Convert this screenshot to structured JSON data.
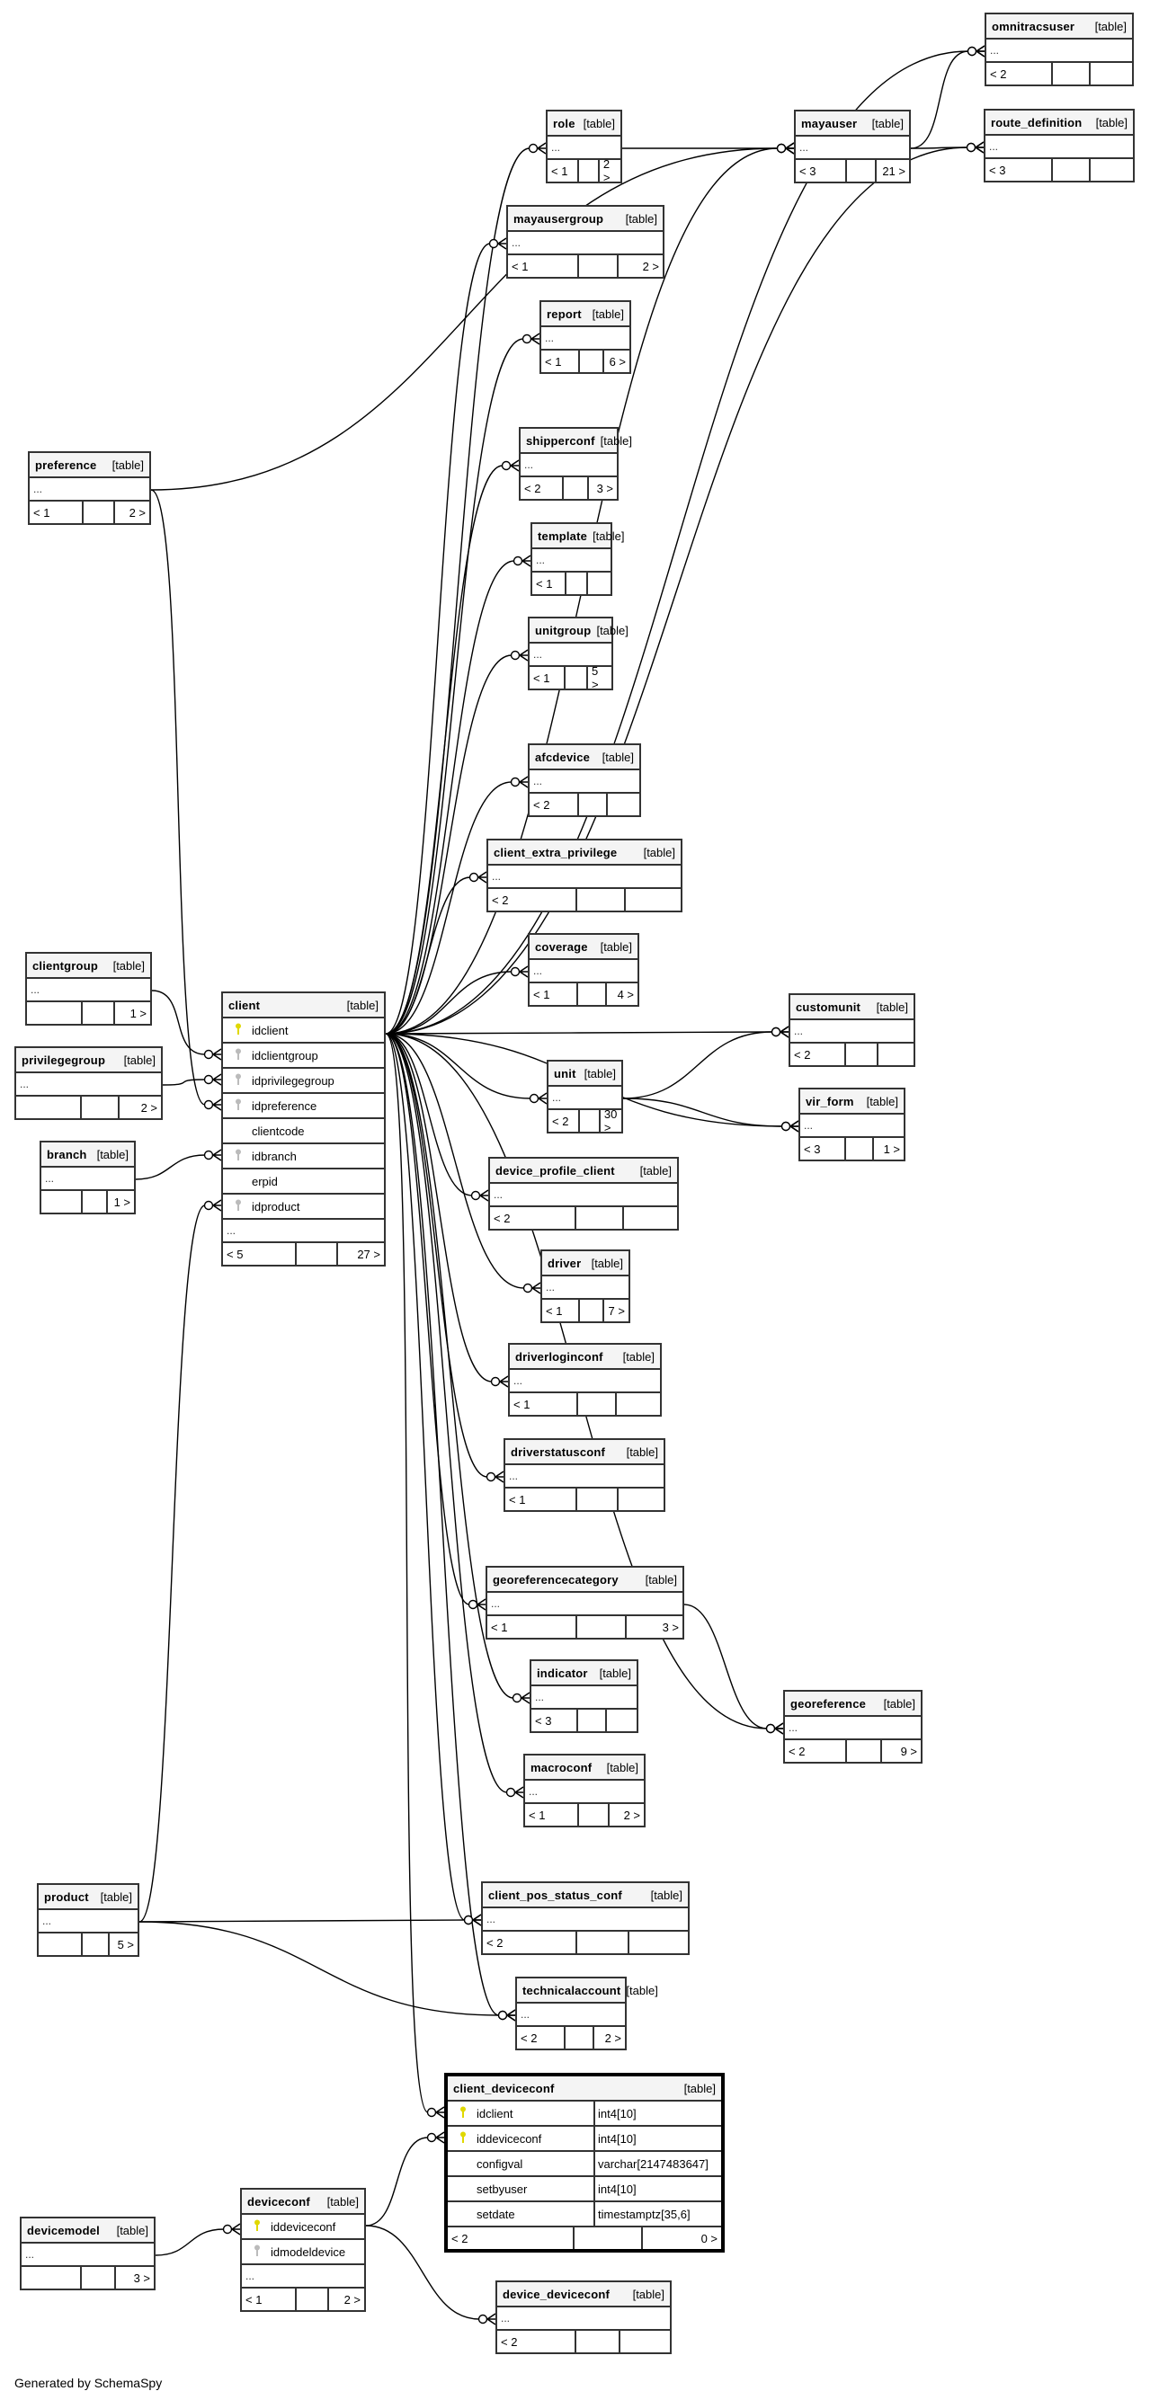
{
  "diagram": {
    "type_label": "[table]",
    "ellipsis": "...",
    "footer": "Generated by SchemaSpy",
    "tables": [
      {
        "id": "omnitracsuser",
        "name": "omnitracsuser",
        "parents": "< 2",
        "children": ""
      },
      {
        "id": "role",
        "name": "role",
        "parents": "< 1",
        "children": "2 >"
      },
      {
        "id": "mayauser",
        "name": "mayauser",
        "parents": "< 3",
        "children": "21 >"
      },
      {
        "id": "route_definition",
        "name": "route_definition",
        "parents": "< 3",
        "children": ""
      },
      {
        "id": "mayausergroup",
        "name": "mayausergroup",
        "parents": "< 1",
        "children": "2 >"
      },
      {
        "id": "report",
        "name": "report",
        "parents": "< 1",
        "children": "6 >"
      },
      {
        "id": "preference",
        "name": "preference",
        "parents": "< 1",
        "children": "2 >"
      },
      {
        "id": "shipperconf",
        "name": "shipperconf",
        "parents": "< 2",
        "children": "3 >"
      },
      {
        "id": "template",
        "name": "template",
        "parents": "< 1",
        "children": ""
      },
      {
        "id": "unitgroup",
        "name": "unitgroup",
        "parents": "< 1",
        "children": "5 >"
      },
      {
        "id": "afcdevice",
        "name": "afcdevice",
        "parents": "< 2",
        "children": ""
      },
      {
        "id": "client_extra_privilege",
        "name": "client_extra_privilege",
        "parents": "< 2",
        "children": ""
      },
      {
        "id": "coverage",
        "name": "coverage",
        "parents": "< 1",
        "children": "4 >"
      },
      {
        "id": "clientgroup",
        "name": "clientgroup",
        "parents": "",
        "children": "1 >"
      },
      {
        "id": "privilegegroup",
        "name": "privilegegroup",
        "parents": "",
        "children": "2 >"
      },
      {
        "id": "branch",
        "name": "branch",
        "parents": "",
        "children": "1 >"
      },
      {
        "id": "customunit",
        "name": "customunit",
        "parents": "< 2",
        "children": ""
      },
      {
        "id": "unit",
        "name": "unit",
        "parents": "< 2",
        "children": "30 >"
      },
      {
        "id": "vir_form",
        "name": "vir_form",
        "parents": "< 3",
        "children": "1 >"
      },
      {
        "id": "device_profile_client",
        "name": "device_profile_client",
        "parents": "< 2",
        "children": ""
      },
      {
        "id": "driver",
        "name": "driver",
        "parents": "< 1",
        "children": "7 >"
      },
      {
        "id": "driverloginconf",
        "name": "driverloginconf",
        "parents": "< 1",
        "children": ""
      },
      {
        "id": "driverstatusconf",
        "name": "driverstatusconf",
        "parents": "< 1",
        "children": ""
      },
      {
        "id": "georeferencecategory",
        "name": "georeferencecategory",
        "parents": "< 1",
        "children": "3 >"
      },
      {
        "id": "indicator",
        "name": "indicator",
        "parents": "< 3",
        "children": ""
      },
      {
        "id": "macroconf",
        "name": "macroconf",
        "parents": "< 1",
        "children": "2 >"
      },
      {
        "id": "georeference",
        "name": "georeference",
        "parents": "< 2",
        "children": "9 >"
      },
      {
        "id": "product",
        "name": "product",
        "parents": "",
        "children": "5 >"
      },
      {
        "id": "client_pos_status_conf",
        "name": "client_pos_status_conf",
        "parents": "< 2",
        "children": ""
      },
      {
        "id": "technicalaccount",
        "name": "technicalaccount",
        "parents": "< 2",
        "children": "2 >"
      },
      {
        "id": "devicemodel",
        "name": "devicemodel",
        "parents": "",
        "children": "3 >"
      },
      {
        "id": "device_deviceconf",
        "name": "device_deviceconf",
        "parents": "< 2",
        "children": ""
      }
    ],
    "client": {
      "name": "client",
      "columns": [
        {
          "name": "idclient",
          "key": "pk"
        },
        {
          "name": "idclientgroup",
          "key": "fk"
        },
        {
          "name": "idprivilegegroup",
          "key": "fk"
        },
        {
          "name": "idpreference",
          "key": "fk"
        },
        {
          "name": "clientcode",
          "key": ""
        },
        {
          "name": "idbranch",
          "key": "fk"
        },
        {
          "name": "erpid",
          "key": ""
        },
        {
          "name": "idproduct",
          "key": "fk"
        }
      ],
      "parents": "< 5",
      "children": "27 >"
    },
    "deviceconf": {
      "name": "deviceconf",
      "columns": [
        {
          "name": "iddeviceconf",
          "key": "pk"
        },
        {
          "name": "idmodeldevice",
          "key": "fk"
        }
      ],
      "parents": "< 1",
      "children": "2 >"
    },
    "client_deviceconf": {
      "name": "client_deviceconf",
      "columns": [
        {
          "name": "idclient",
          "key": "pk",
          "type": "int4[10]"
        },
        {
          "name": "iddeviceconf",
          "key": "pk",
          "type": "int4[10]"
        },
        {
          "name": "configval",
          "key": "",
          "type": "varchar[2147483647]"
        },
        {
          "name": "setbyuser",
          "key": "",
          "type": "int4[10]"
        },
        {
          "name": "setdate",
          "key": "",
          "type": "timestamptz[35,6]"
        }
      ],
      "parents": "< 2",
      "children": "0 >"
    },
    "relationships": [
      [
        "client",
        "role"
      ],
      [
        "client",
        "mayausergroup"
      ],
      [
        "client",
        "report"
      ],
      [
        "client",
        "shipperconf"
      ],
      [
        "client",
        "template"
      ],
      [
        "client",
        "unitgroup"
      ],
      [
        "client",
        "afcdevice"
      ],
      [
        "client",
        "client_extra_privilege"
      ],
      [
        "client",
        "coverage"
      ],
      [
        "client",
        "customunit"
      ],
      [
        "client",
        "unit"
      ],
      [
        "client",
        "device_profile_client"
      ],
      [
        "client",
        "driver"
      ],
      [
        "client",
        "driverloginconf"
      ],
      [
        "client",
        "driverstatusconf"
      ],
      [
        "client",
        "georeferencecategory"
      ],
      [
        "client",
        "indicator"
      ],
      [
        "client",
        "macroconf"
      ],
      [
        "client",
        "client_pos_status_conf"
      ],
      [
        "client",
        "technicalaccount"
      ],
      [
        "client",
        "client_deviceconf"
      ],
      [
        "client",
        "mayauser"
      ],
      [
        "client",
        "omnitracsuser"
      ],
      [
        "client",
        "route_definition"
      ],
      [
        "client",
        "vir_form"
      ],
      [
        "client",
        "georeference"
      ],
      [
        "role",
        "mayauser"
      ],
      [
        "mayauser",
        "omnitracsuser"
      ],
      [
        "mayauser",
        "route_definition"
      ],
      [
        "preference",
        "client"
      ],
      [
        "preference",
        "mayauser"
      ],
      [
        "clientgroup",
        "client"
      ],
      [
        "privilegegroup",
        "client"
      ],
      [
        "branch",
        "client"
      ],
      [
        "product",
        "client"
      ],
      [
        "product",
        "client_pos_status_conf"
      ],
      [
        "product",
        "technicalaccount"
      ],
      [
        "unit",
        "customunit"
      ],
      [
        "unit",
        "vir_form"
      ],
      [
        "georeferencecategory",
        "georeference"
      ],
      [
        "devicemodel",
        "deviceconf"
      ],
      [
        "deviceconf",
        "client_deviceconf"
      ],
      [
        "deviceconf",
        "device_deviceconf"
      ]
    ]
  }
}
